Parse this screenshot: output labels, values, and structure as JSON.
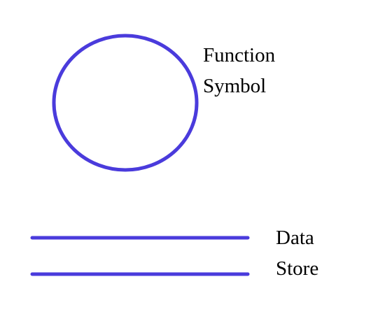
{
  "colors": {
    "stroke": "#4A3BDC",
    "text": "#000000",
    "background": "#ffffff"
  },
  "function_symbol": {
    "label_line1": "Function",
    "label_line2": "Symbol"
  },
  "data_store": {
    "label_line1": "Data",
    "label_line2": "Store"
  }
}
